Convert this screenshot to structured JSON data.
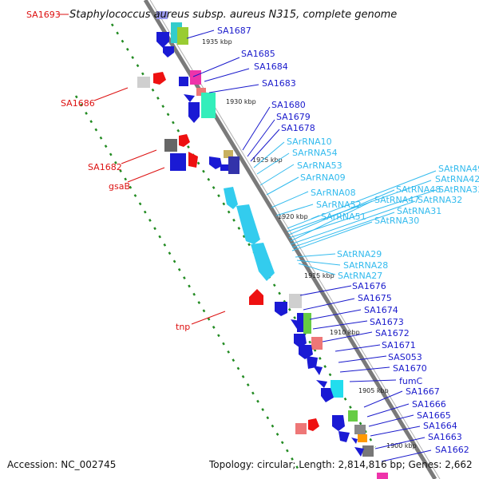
{
  "title": "Staphylococcus aureus subsp. aureus N315, complete genome",
  "footer": {
    "accession": "Accession: NC_002745",
    "summary": "Topology: circular; Length: 2,814,816 bp; Genes: 2,662"
  },
  "colors": {
    "backbone": "#808080",
    "cds": "#1a1ad4",
    "rna": "#33ccee",
    "reverse_label": "#dd1111",
    "forward_label": "#1a1acc",
    "rna_label": "#33bbee",
    "dots": "#228b22"
  },
  "scale_ticks": [
    "1935 kbp",
    "1930 kbp",
    "1925 kbp",
    "1920 kbp",
    "1915 kbp",
    "1910 kbp",
    "1905 kbp",
    "1900 kbp"
  ],
  "left_labels": [
    "SA1693",
    "SA1686",
    "SA1682",
    "gsaB",
    "tnp"
  ],
  "right_labels": [
    "SA1687",
    "SA1685",
    "SA1684",
    "SA1683",
    "SA1680",
    "SA1679",
    "SA1678",
    "SA1676",
    "SA1675",
    "SA1674",
    "SA1673",
    "SA1672",
    "SA1671",
    "SAS053",
    "SA1670",
    "fumC",
    "SA1667",
    "SA1666",
    "SA1665",
    "SA1664",
    "SA1663",
    "SA1662"
  ],
  "rna_labels": [
    "SArRNA10",
    "SArRNA54",
    "SArRNA53",
    "SArRNA09",
    "SArRNA08",
    "SArRNA52",
    "SArRNA51",
    "SAtRNA29",
    "SAtRNA28",
    "SAtRNA27"
  ],
  "far_right_labels": [
    "SAtRNA49",
    "SAtRNA42",
    "SAtRNA48",
    "SAtRNA33",
    "SAtRNA47",
    "SAtRNA32",
    "SAtRNA31",
    "SAtRNA30"
  ]
}
